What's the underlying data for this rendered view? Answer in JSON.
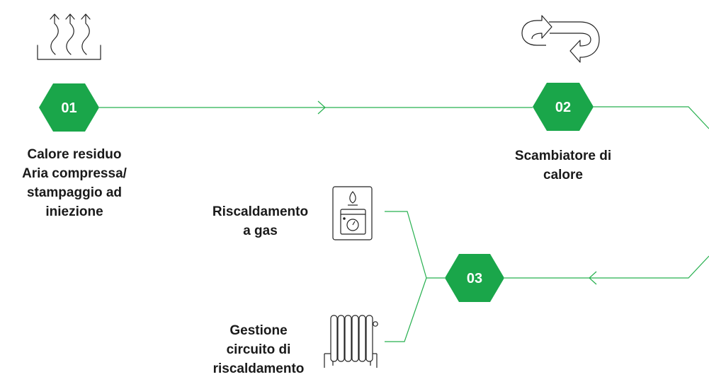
{
  "steps": [
    {
      "number": "01",
      "label_lines": [
        "Calore residuo",
        "Aria compressa/",
        "stampaggio ad",
        "iniezione"
      ],
      "icon": "heat-waves-icon"
    },
    {
      "number": "02",
      "label_lines": [
        "Scambiatore di",
        "calore"
      ],
      "icon": "heat-exchange-arrows-icon"
    },
    {
      "number": "03",
      "label_lines": [],
      "icon": ""
    }
  ],
  "outputs": [
    {
      "label_lines": [
        "Riscaldamento",
        "a gas"
      ],
      "icon": "gas-boiler-icon"
    },
    {
      "label_lines": [
        "Gestione",
        "circuito di",
        "riscaldamento"
      ],
      "icon": "radiator-icon"
    }
  ],
  "colors": {
    "accent": "#1aa64a",
    "line": "#27b04f",
    "text": "#1a1a1a",
    "icon_stroke": "#222222"
  }
}
